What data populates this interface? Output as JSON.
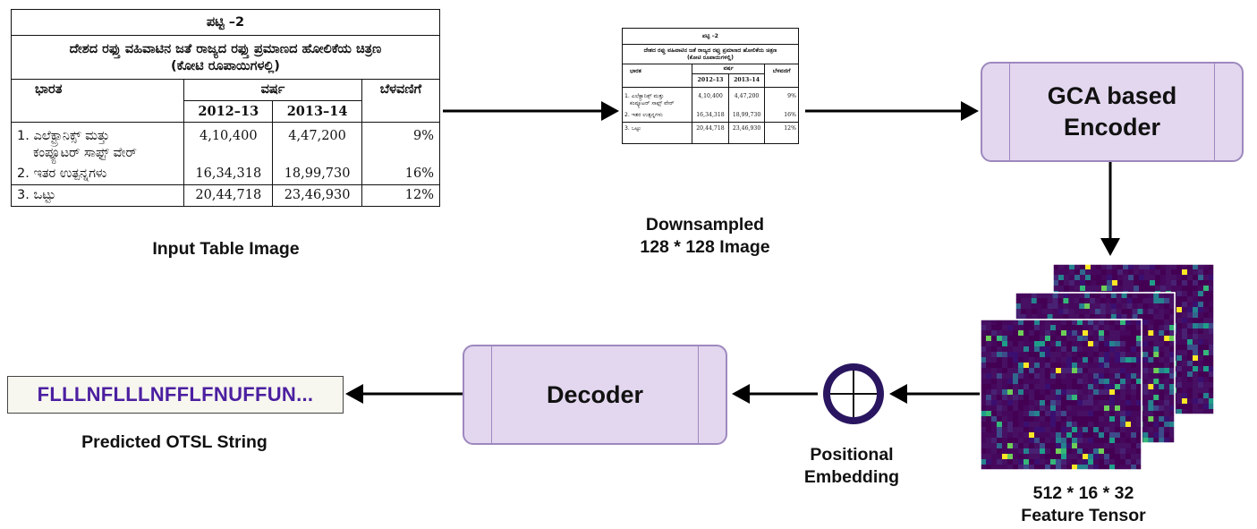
{
  "input_table": {
    "title": "ಪಟ್ಟಿ –2",
    "subtitle_line1": "ದೇಶದ ರಫ್ತು ವಹಿವಾಟಿನ ಜತೆ ರಾಜ್ಯದ ರಫ್ತು ಪ್ರಮಾಣದ ಹೋಲಿಕೆಯ ಚಿತ್ರಣ",
    "subtitle_line2": "(ಕೋಟಿ ರೂಪಾಯಿಗಳಲ್ಲಿ)",
    "header_region": "ಭಾರತ",
    "header_year": "ವರ್ಷ",
    "header_growth": "ಬೆಳವಣಿಗೆ",
    "year_1": "2012–13",
    "year_2": "2013–14",
    "rows": [
      {
        "label_line1": "1.  ಎಲೆಕ್ಟ್ರಾನಿಕ್ಸ್ ಮತ್ತು",
        "label_line2": "ಕಂಪ್ಯೂಟರ್ ಸಾಫ್ಟ್ ವೇರ್",
        "v1": "4,10,400",
        "v2": "4,47,200",
        "growth": "9%"
      },
      {
        "label_line1": "2.  ಇತರ ಉತ್ಪನ್ನಗಳು",
        "label_line2": "",
        "v1": "16,34,318",
        "v2": "18,99,730",
        "growth": "16%"
      },
      {
        "label_line1": "3.  ಒಟ್ಟು",
        "label_line2": "",
        "v1": "20,44,718",
        "v2": "23,46,930",
        "growth": "12%"
      }
    ]
  },
  "captions": {
    "input": "Input Table Image",
    "downsampled_line1": "Downsampled",
    "downsampled_line2": "128 * 128 Image",
    "feature_line1": "512 * 16 * 32",
    "feature_line2": "Feature Tensor",
    "positional_line1": "Positional",
    "positional_line2": "Embedding",
    "predicted": "Predicted OTSL String"
  },
  "blocks": {
    "encoder_line1": "GCA based",
    "encoder_line2": "Encoder",
    "decoder": "Decoder"
  },
  "otsl_string": "FLLLNFLLLNFFLFNUFFUN...",
  "colors": {
    "block_fill": "#e3d7ef",
    "block_border": "#9d88be",
    "otsl_text": "#4b1fa0",
    "heatmap_base": "#440154",
    "embedding_ring": "#2a1660"
  },
  "icons": {
    "positional_embedding": "circled-plus-icon",
    "feature_maps": "viridis-heatmap"
  }
}
